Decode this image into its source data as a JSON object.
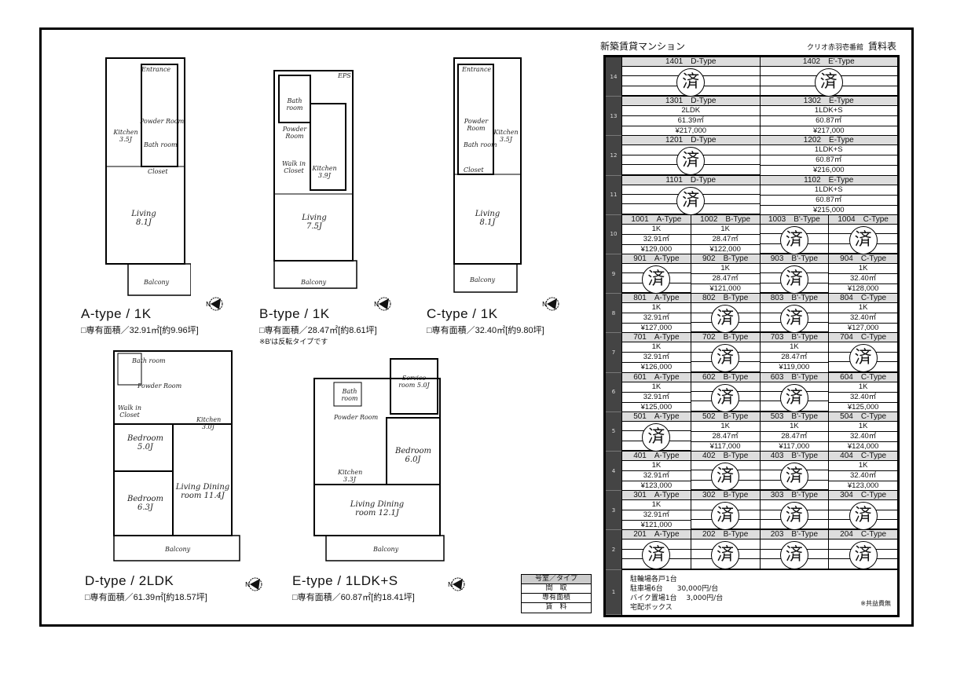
{
  "header": {
    "left_title": "新築賃貸マンション",
    "building": "クリオ赤羽壱番館",
    "right_title": "賃料表"
  },
  "plans": {
    "A": {
      "title": "A-type / 1K",
      "area": "□専有面積／32.91㎡[約9.96坪]",
      "rooms": [
        "Entrance",
        "Powder Room",
        "Kitchen 3.5J",
        "Bath room",
        "Closet",
        "Living 8.1J",
        "Balcony"
      ]
    },
    "B": {
      "title": "B-type / 1K",
      "area": "□専有面積／28.47㎡[約8.61坪]",
      "note": "※B'は反転タイプです",
      "rooms": [
        "Bath room",
        "Powder Room",
        "Walk in Closet",
        "Kitchen 3.9J",
        "Living 7.5J",
        "Balcony",
        "EPS"
      ]
    },
    "C": {
      "title": "C-type / 1K",
      "area": "□専有面積／32.40㎡[約9.80坪]",
      "rooms": [
        "Entrance",
        "Powder Room",
        "Kitchen 3.5J",
        "Bath room",
        "Closet",
        "Living 8.1J",
        "Balcony"
      ]
    },
    "D": {
      "title": "D-type / 2LDK",
      "area": "□専有面積／61.39㎡[約18.57坪]",
      "rooms": [
        "Bath room",
        "Powder Room",
        "Walk in Closet",
        "Kitchen 3.0J",
        "Bedroom 5.0J",
        "Living Dining room 11.4J",
        "Bedroom 6.3J",
        "Balcony"
      ]
    },
    "E": {
      "title": "E-type / 1LDK+S",
      "area": "□専有面積／60.87㎡[約18.41坪]",
      "rooms": [
        "Service room 5.0J",
        "Bath room",
        "Powder Room",
        "Bedroom 6.0J",
        "Kitchen 3.3J",
        "Living Dining room 12.1J",
        "Balcony"
      ]
    }
  },
  "stamp": "済",
  "floors": [
    {
      "floor": "14",
      "units": [
        {
          "h": "1401　D-Type",
          "s": 1
        },
        {
          "h": "1402　E'-Type",
          "s": 1
        }
      ]
    },
    {
      "floor": "13",
      "units": [
        {
          "h": "1301　D-Type",
          "l": [
            "2LDK",
            "61.39㎡",
            "¥217,000"
          ]
        },
        {
          "h": "1302　E-Type",
          "l": [
            "1LDK+S",
            "60.87㎡",
            "¥217,000"
          ]
        }
      ]
    },
    {
      "floor": "12",
      "units": [
        {
          "h": "1201　D-Type",
          "s": 1
        },
        {
          "h": "1202　E-Type",
          "l": [
            "1LDK+S",
            "60.87㎡",
            "¥216,000"
          ]
        }
      ]
    },
    {
      "floor": "11",
      "units": [
        {
          "h": "1101　D-Type",
          "s": 1
        },
        {
          "h": "1102　E-Type",
          "l": [
            "1LDK+S",
            "60.87㎡",
            "¥215,000"
          ]
        }
      ]
    },
    {
      "floor": "10",
      "units": [
        {
          "h": "1001　A-Type",
          "l": [
            "1K",
            "32.91㎡",
            "¥129,000"
          ]
        },
        {
          "h": "1002　B-Type",
          "l": [
            "1K",
            "28.47㎡",
            "¥122,000"
          ]
        },
        {
          "h": "1003　B'-Type",
          "s": 1
        },
        {
          "h": "1004　C-Type",
          "s": 1
        }
      ]
    },
    {
      "floor": "9",
      "units": [
        {
          "h": "901　A-Type",
          "s": 1
        },
        {
          "h": "902　B-Type",
          "l": [
            "1K",
            "28.47㎡",
            "¥121,000"
          ]
        },
        {
          "h": "903　B'-Type",
          "s": 1
        },
        {
          "h": "904　C-Type",
          "l": [
            "1K",
            "32.40㎡",
            "¥128,000"
          ]
        }
      ]
    },
    {
      "floor": "8",
      "units": [
        {
          "h": "801　A-Type",
          "l": [
            "1K",
            "32.91㎡",
            "¥127,000"
          ]
        },
        {
          "h": "802　B-Type",
          "s": 1
        },
        {
          "h": "803　B'-Type",
          "s": 1
        },
        {
          "h": "804　C-Type",
          "l": [
            "1K",
            "32.40㎡",
            "¥127,000"
          ]
        }
      ]
    },
    {
      "floor": "7",
      "units": [
        {
          "h": "701　A-Type",
          "l": [
            "1K",
            "32.91㎡",
            "¥126,000"
          ]
        },
        {
          "h": "702　B-Type",
          "s": 1
        },
        {
          "h": "703　B'-Type",
          "l": [
            "1K",
            "28.47㎡",
            "¥119,000"
          ]
        },
        {
          "h": "704　C-Type",
          "s": 1
        }
      ]
    },
    {
      "floor": "6",
      "units": [
        {
          "h": "601　A-Type",
          "l": [
            "1K",
            "32.91㎡",
            "¥125,000"
          ]
        },
        {
          "h": "602　B-Type",
          "s": 1
        },
        {
          "h": "603　B'-Type",
          "s": 1
        },
        {
          "h": "604　C-Type",
          "l": [
            "1K",
            "32.40㎡",
            "¥125,000"
          ]
        }
      ]
    },
    {
      "floor": "5",
      "units": [
        {
          "h": "501　A-Type",
          "s": 1
        },
        {
          "h": "502　B-Type",
          "l": [
            "1K",
            "28.47㎡",
            "¥117,000"
          ]
        },
        {
          "h": "503　B'-Type",
          "l": [
            "1K",
            "28.47㎡",
            "¥117,000"
          ]
        },
        {
          "h": "504　C-Type",
          "l": [
            "1K",
            "32.40㎡",
            "¥124,000"
          ]
        }
      ]
    },
    {
      "floor": "4",
      "units": [
        {
          "h": "401　A-Type",
          "l": [
            "1K",
            "32.91㎡",
            "¥123,000"
          ]
        },
        {
          "h": "402　B-Type",
          "s": 1
        },
        {
          "h": "403　B'-Type",
          "s": 1
        },
        {
          "h": "404　C-Type",
          "l": [
            "1K",
            "32.40㎡",
            "¥123,000"
          ]
        }
      ]
    },
    {
      "floor": "3",
      "units": [
        {
          "h": "301　A-Type",
          "l": [
            "1K",
            "32.91㎡",
            "¥121,000"
          ]
        },
        {
          "h": "302　B-Type",
          "s": 1
        },
        {
          "h": "303　B'-Type",
          "s": 1
        },
        {
          "h": "304　C-Type",
          "s": 1
        }
      ]
    },
    {
      "floor": "2",
      "units": [
        {
          "h": "201　A-Type",
          "s": 1
        },
        {
          "h": "202　B-Type",
          "s": 1
        },
        {
          "h": "203　B'-Type",
          "s": 1
        },
        {
          "h": "204　C-Type",
          "s": 1
        }
      ]
    }
  ],
  "ground": {
    "floor": "1",
    "lines": [
      "駐輪場各戸1台",
      "駐車場6台　　30,000円/台",
      "バイク置場1台　 3,000円/台",
      "宅配ボックス"
    ],
    "remark": "※共益費無"
  },
  "legend": [
    "号室／タイプ",
    "間　取",
    "専有面積",
    "賃　料"
  ]
}
